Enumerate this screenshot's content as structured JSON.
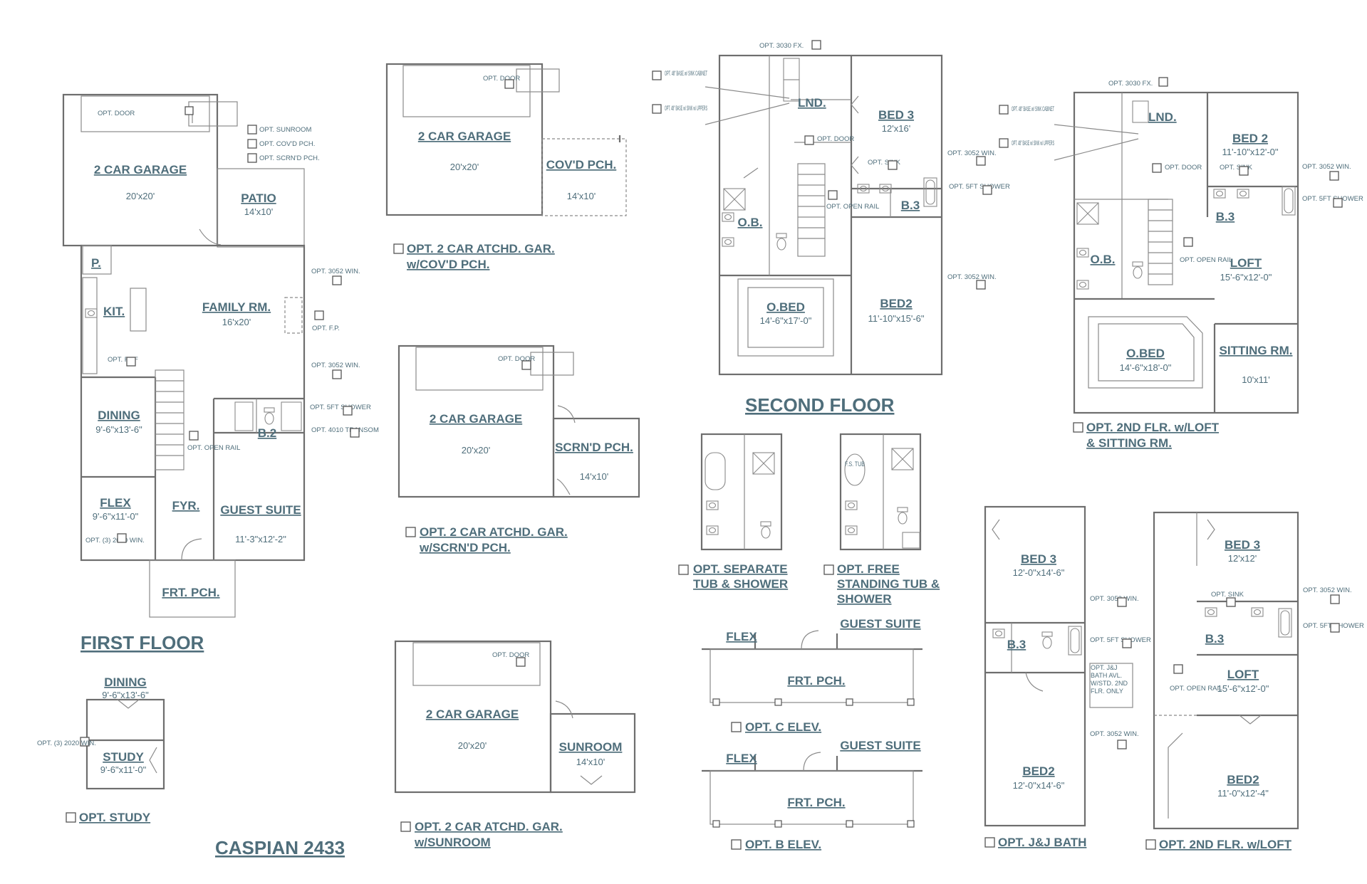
{
  "first_floor": {
    "title": "FIRST FLOOR",
    "garage": {
      "name": "2 CAR GARAGE",
      "dim": "20'x20'"
    },
    "opt_door": "OPT. DOOR",
    "options": [
      "OPT. SUNROOM",
      "OPT. COV'D PCH.",
      "OPT. SCRN'D PCH."
    ],
    "patio": {
      "name": "PATIO",
      "dim": "14'x10'"
    },
    "pantry": "P.",
    "kitchen": "KIT.",
    "family": {
      "name": "FAMILY RM.",
      "dim": "16'x20'"
    },
    "opt_ref": "OPT. REF",
    "opt_fp": "OPT. F.P.",
    "opt_win_a": "OPT. 3052 WIN.",
    "opt_win_b": "OPT. 3052 WIN.",
    "dining": {
      "name": "DINING",
      "dim": "9'-6\"x13'-6\""
    },
    "opt_shower": "OPT. 5FT SHOWER",
    "opt_transom": "OPT. 4010 TRANSOM",
    "bath2": "B.2",
    "opt_open_rail": "OPT. OPEN RAIL",
    "flex": {
      "name": "FLEX",
      "dim": "9'-6\"x11'-0\""
    },
    "opt_win_flex": "OPT. (3) 2020 WIN.",
    "foyer": "FYR.",
    "guest": {
      "name": "GUEST SUITE",
      "dim": "11'-3\"x12'-2\""
    },
    "porch": "FRT. PCH."
  },
  "study_option": {
    "dining": {
      "name": "DINING",
      "dim": "9'-6\"x13'-6\""
    },
    "study": {
      "name": "STUDY",
      "dim": "9'-6\"x11'-0\""
    },
    "opt_win": "OPT. (3) 2020 WIN.",
    "label": "OPT. STUDY"
  },
  "model_name": "CASPIAN 2433",
  "garage_cov": {
    "garage": {
      "name": "2 CAR GARAGE",
      "dim": "20'x20'"
    },
    "opt_door": "OPT. DOOR",
    "porch": {
      "name": "COV'D PCH.",
      "dim": "14'x10'"
    },
    "label1": "OPT. 2 CAR ATCHD. GAR.",
    "label2": "w/COV'D PCH."
  },
  "garage_scrn": {
    "garage": {
      "name": "2 CAR GARAGE",
      "dim": "20'x20'"
    },
    "opt_door": "OPT. DOOR",
    "porch": {
      "name": "SCRN'D PCH.",
      "dim": "14'x10'"
    },
    "label1": "OPT. 2 CAR ATCHD. GAR.",
    "label2": "w/SCRN'D PCH."
  },
  "garage_sun": {
    "garage": {
      "name": "2 CAR GARAGE",
      "dim": "20'x20'"
    },
    "opt_door": "OPT. DOOR",
    "porch": {
      "name": "SUNROOM",
      "dim": "14'x10'"
    },
    "label1": "OPT. 2 CAR ATCHD. GAR.",
    "label2": "w/SUNROOM"
  },
  "second_floor": {
    "title": "SECOND FLOOR",
    "opt_fx": "OPT. 3030 FX.",
    "opt_base_sink": "OPT. 48\" BASE w/ SINK CABINET",
    "opt_base_uppers": "OPT. 48\" BASE w/ SINK w/ UPPERS",
    "laundry": "LND.",
    "opt_door": "OPT. DOOR",
    "bed3": {
      "name": "BED 3",
      "dim": "12'x16'"
    },
    "opt_win_a": "OPT. 3052 WIN.",
    "opt_sink": "OPT. SINK",
    "opt_shower": "OPT. 5FT SHOWER",
    "bath3": "B.3",
    "opt_open_rail": "OPT. OPEN RAIL",
    "owner_bath": "O.B.",
    "opt_win_b": "OPT. 3052 WIN.",
    "owner_bed": {
      "name": "O.BED",
      "dim": "14'-6\"x17'-0\""
    },
    "bed2": {
      "name": "BED2",
      "dim": "11'-10\"x15'-6\""
    }
  },
  "loft_sitting": {
    "opt_fx": "OPT. 3030 FX.",
    "opt_base_sink": "OPT. 48\" BASE w/ SINK CABINET",
    "opt_base_uppers": "OPT. 48\" BASE w/ SINK w/ UPPERS",
    "laundry": "LND.",
    "opt_door": "OPT. DOOR",
    "bed2": {
      "name": "BED 2",
      "dim": "11'-10\"x12'-0\""
    },
    "opt_win": "OPT. 3052 WIN.",
    "opt_sink": "OPT. SINK",
    "opt_shower": "OPT. 5FT SHOWER",
    "bath3": "B.3",
    "owner_bath": "O.B.",
    "opt_open_rail": "OPT. OPEN RAIL",
    "loft": {
      "name": "LOFT",
      "dim": "15'-6\"x12'-0\""
    },
    "owner_bed": {
      "name": "O.BED",
      "dim": "14'-6\"x18'-0\""
    },
    "sitting": {
      "name": "SITTING RM.",
      "dim": "10'x11'"
    },
    "label1": "OPT. 2ND FLR. w/LOFT",
    "label2": "& SITTING RM."
  },
  "sep_tub": {
    "label1": "OPT. SEPARATE",
    "label2": "TUB & SHOWER"
  },
  "free_tub": {
    "tub": "F.S. TUB",
    "label1": "OPT. FREE",
    "label2": "STANDING TUB &",
    "label3": "SHOWER"
  },
  "elev_c": {
    "flex": "FLEX",
    "guest": "GUEST SUITE",
    "porch": "FRT. PCH.",
    "label": "OPT. C ELEV."
  },
  "elev_b": {
    "flex": "FLEX",
    "guest": "GUEST SUITE",
    "porch": "FRT. PCH.",
    "label": "OPT. B ELEV."
  },
  "jj_bath": {
    "bed3": {
      "name": "BED 3",
      "dim": "12'-0\"x14'-6\""
    },
    "opt_win_a": "OPT. 3052 WIN.",
    "bath3": "B.3",
    "opt_shower": "OPT. 5FT SHOWER",
    "note": "OPT. J&J BATH AVL. W/STD. 2ND FLR. ONLY",
    "opt_win_b": "OPT. 3052 WIN.",
    "bed2": {
      "name": "BED2",
      "dim": "12'-0\"x14'-6\""
    },
    "label": "OPT. J&J BATH"
  },
  "loft_option": {
    "bed3": {
      "name": "BED 3",
      "dim": "12'x12'"
    },
    "opt_win": "OPT. 3052 WIN.",
    "opt_sink": "OPT. SINK",
    "opt_shower": "OPT. 5FT SHOWER",
    "bath3": "B.3",
    "opt_open_rail": "OPT. OPEN RAIL",
    "loft": {
      "name": "LOFT",
      "dim": "15'-6\"x12'-0\""
    },
    "bed2": {
      "name": "BED2",
      "dim": "11'-0\"x12'-4\""
    },
    "label": "OPT. 2ND FLR. w/LOFT"
  }
}
